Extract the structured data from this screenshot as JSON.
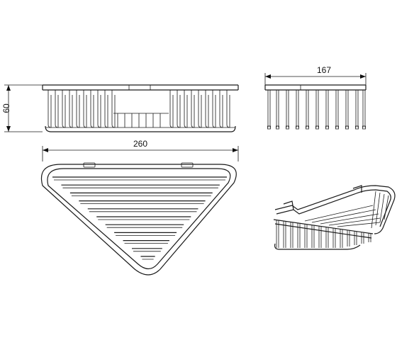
{
  "dimensions": {
    "height_label": "60",
    "width_label": "260",
    "depth_label": "167"
  }
}
